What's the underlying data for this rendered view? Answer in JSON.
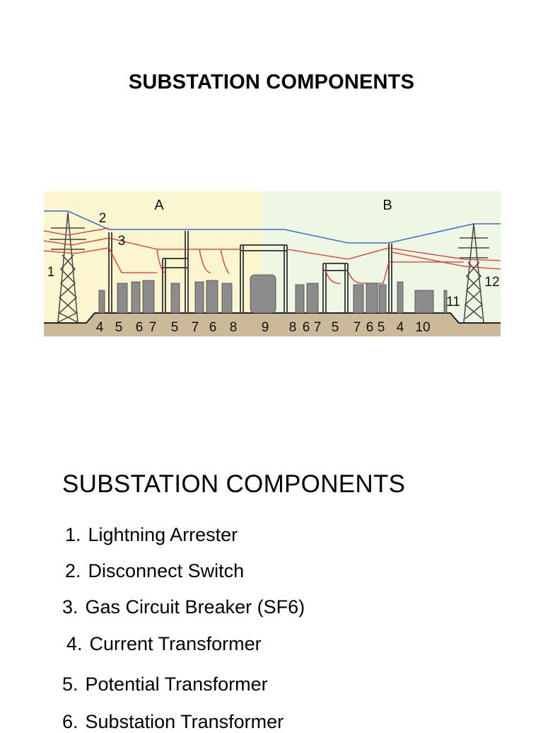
{
  "slide1": {
    "title": "SUBSTATION COMPONENTS"
  },
  "diagram": {
    "zone_labels": [
      "A",
      "B"
    ],
    "callouts_top": [
      "1",
      "2",
      "3",
      "12",
      "11"
    ],
    "bottom_numbers": [
      "4",
      "5",
      "6",
      "7",
      "5",
      "7",
      "6",
      "8",
      "9",
      "8",
      "6",
      "7",
      "5",
      "7",
      "6",
      "5",
      "4",
      "10"
    ],
    "colors": {
      "zone_a_bg": "#fbf6cf",
      "zone_b_bg": "#eef7e3",
      "ground": "#cbb99a",
      "ground_line": "#222222",
      "sky_wire": "#3a6fd0",
      "red_wire": "#e0312f",
      "steel": "#444444"
    }
  },
  "slide2": {
    "title": "SUBSTATION COMPONENTS",
    "items": [
      {
        "num": "1.",
        "text": "Lightning Arrester"
      },
      {
        "num": "2.",
        "text": "Disconnect Switch"
      },
      {
        "num": "3.",
        "text": "Gas Circuit Breaker (SF6)"
      },
      {
        "num": "4.",
        "text": "Current Transformer"
      },
      {
        "num": "5.",
        "text": "Potential Transformer"
      },
      {
        "num": "6.",
        "text": "Substation Transformer"
      }
    ]
  }
}
